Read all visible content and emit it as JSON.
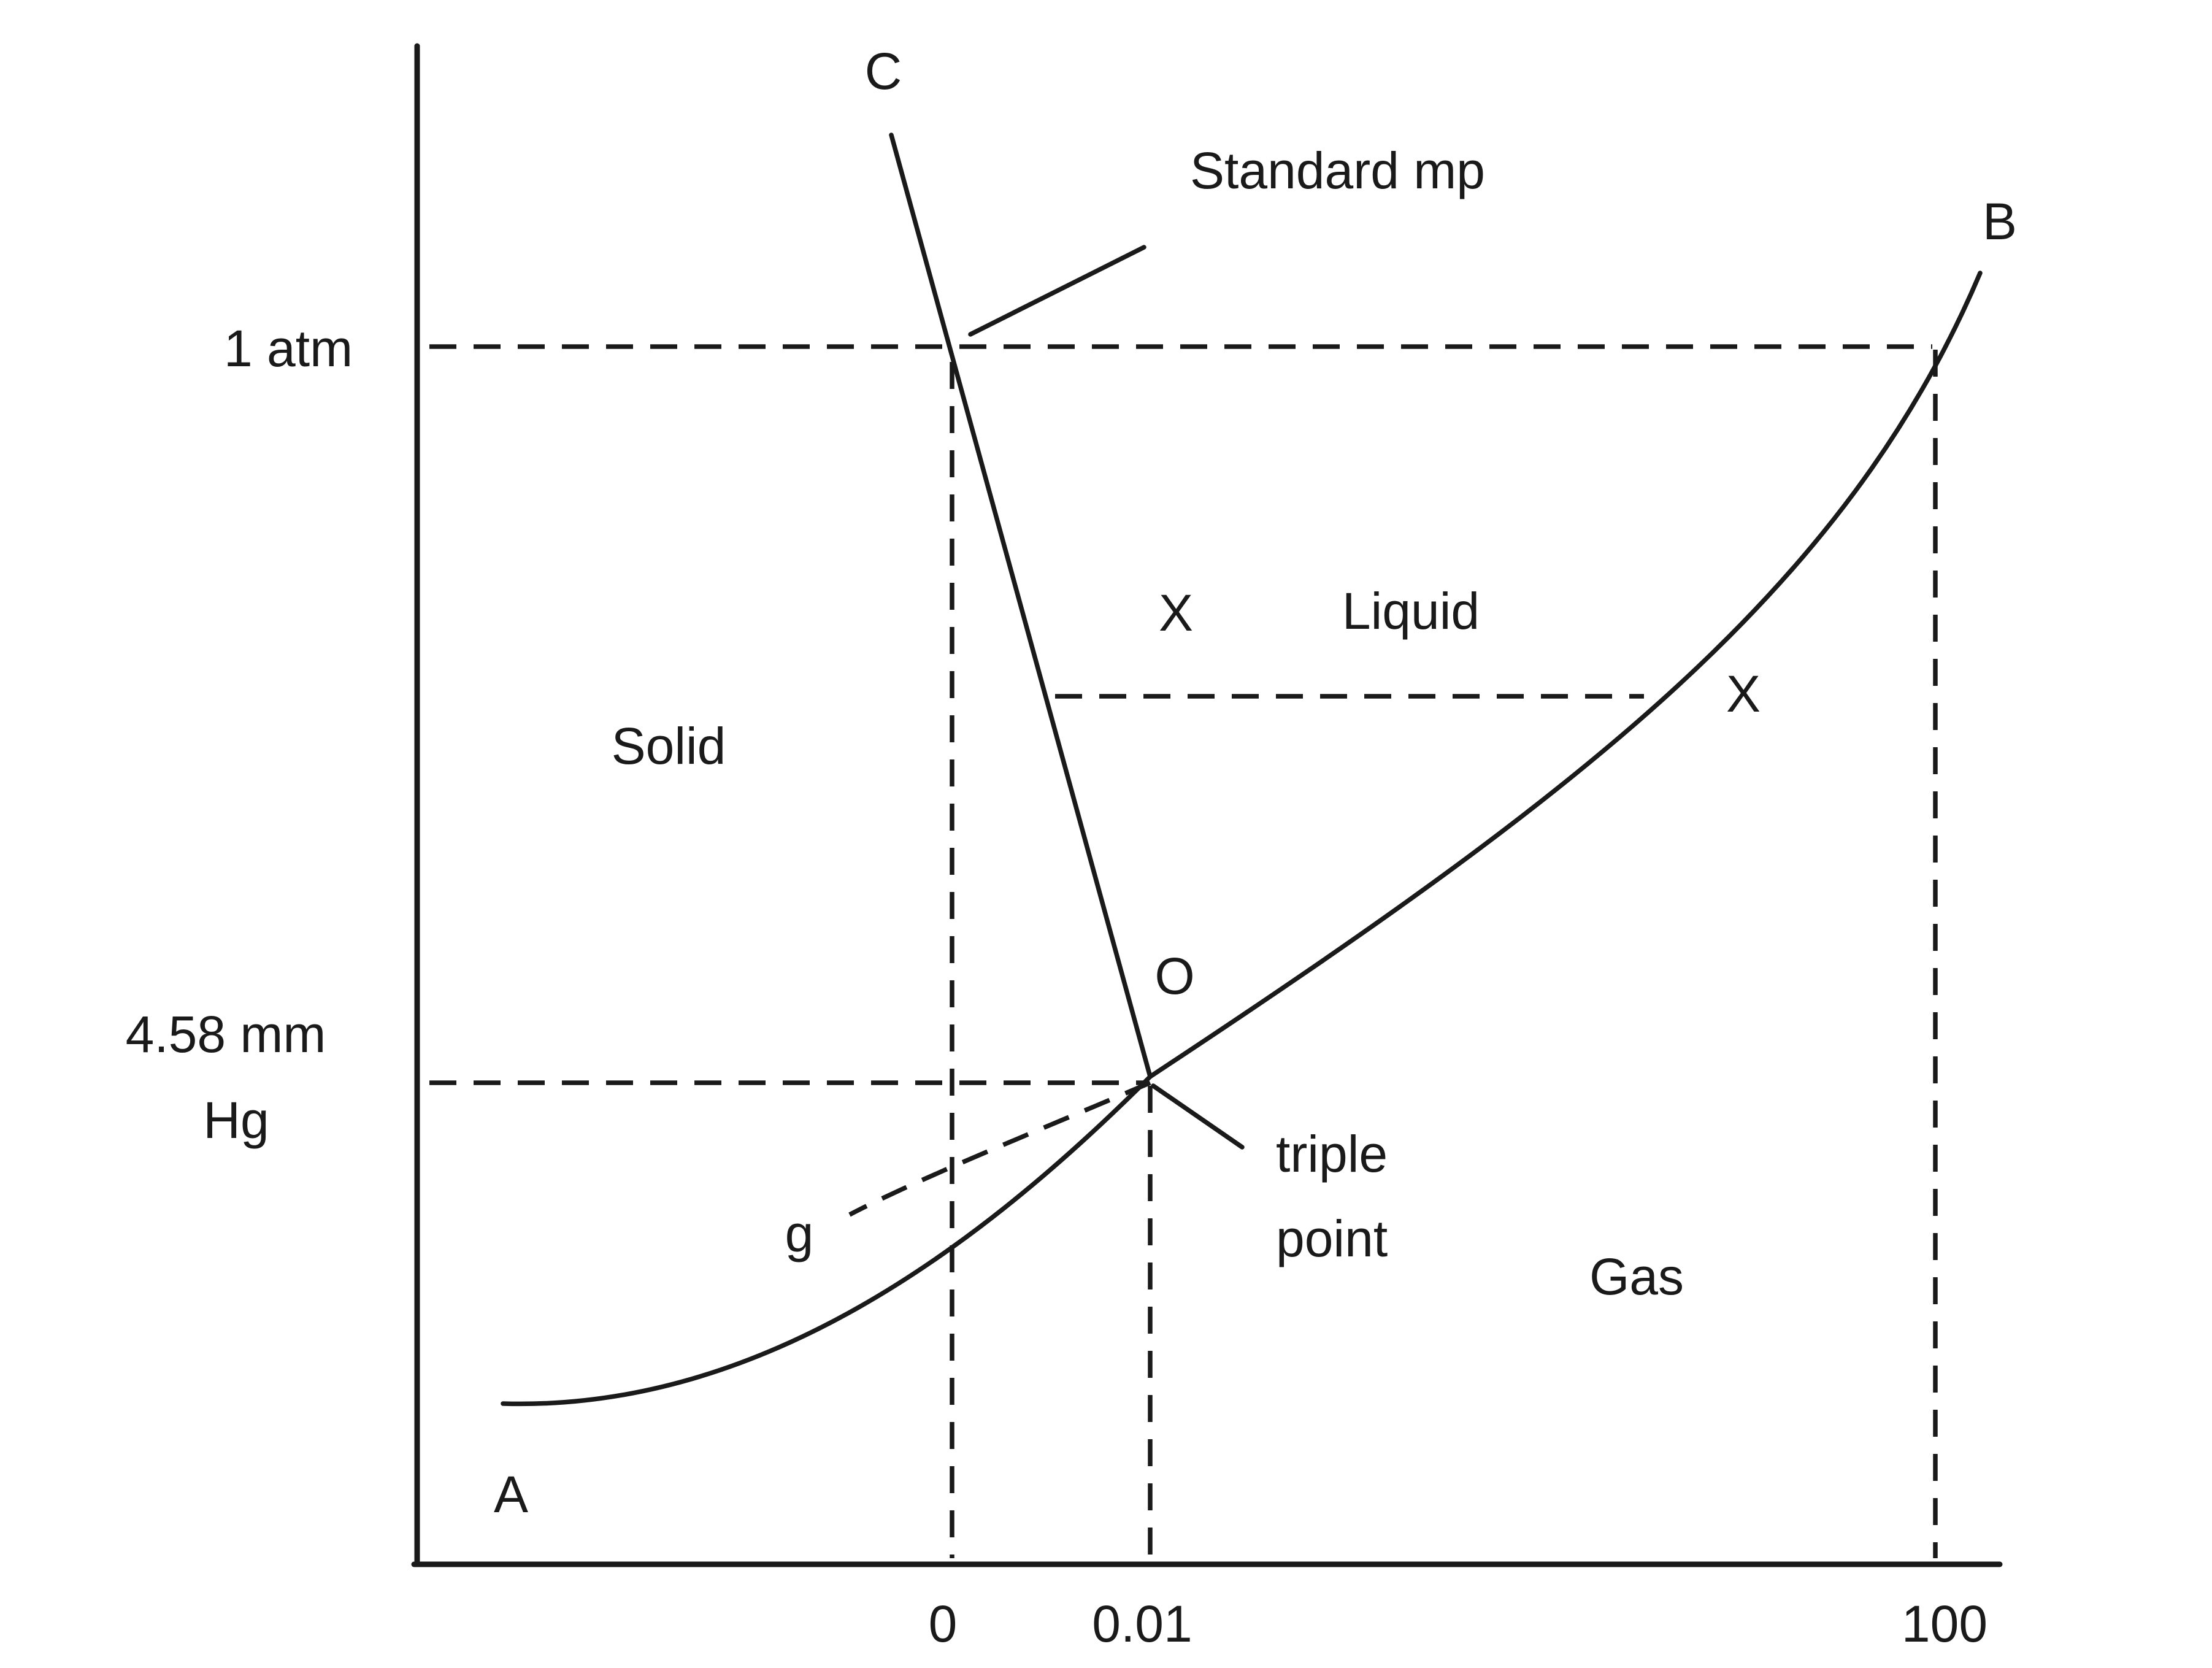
{
  "diagram": {
    "points": {
      "a": "A",
      "b": "B",
      "c": "C",
      "o": "O",
      "g": "g"
    },
    "annotations": {
      "standard_mp": "Standard mp",
      "triple_point_line1": "triple",
      "triple_point_line2": "point",
      "x_liquid": "X",
      "x_boundary": "X"
    },
    "regions": {
      "solid": "Solid",
      "liquid": "Liquid",
      "gas": "Gas"
    },
    "y_ticks": {
      "one_atm": "1 atm",
      "triple_pressure_line1": "4.58 mm",
      "triple_pressure_line2": "Hg"
    },
    "x_ticks": {
      "zero": "0",
      "triple_temp": "0.01",
      "boiling": "100"
    }
  }
}
